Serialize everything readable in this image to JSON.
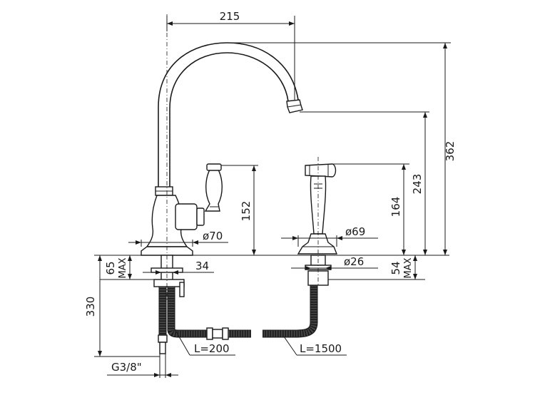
{
  "dimensions": {
    "spout_reach": "215",
    "total_height": "362",
    "spout_outlet_height": "243",
    "lever_height": "152",
    "spray_height": "164",
    "base_diameter_mixer": "ø70",
    "base_diameter_spray": "ø69",
    "shank_diameter_mixer": "34",
    "shank_diameter_spray": "ø26",
    "deck_thickness_mixer": "65",
    "deck_thickness_spray": "54",
    "max_label": "MAX",
    "mixer_hose_depth": "330",
    "mixer_hose_length": "L=200",
    "spray_hose_length": "L=1500",
    "connection_thread": "G3/8\""
  }
}
